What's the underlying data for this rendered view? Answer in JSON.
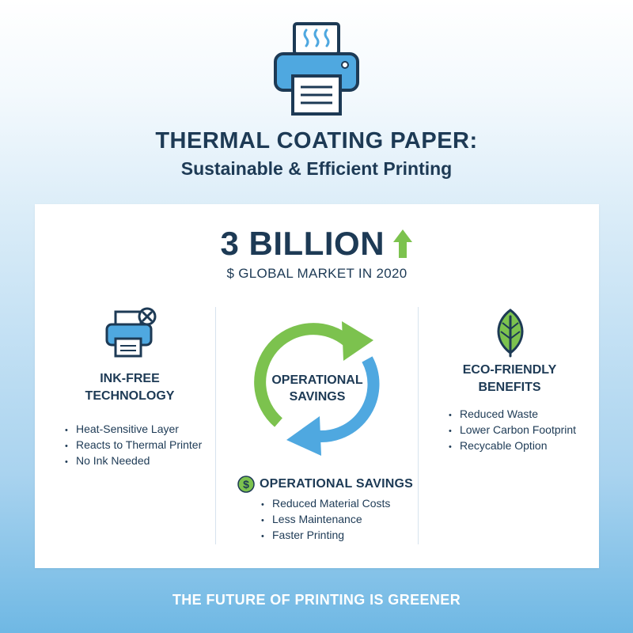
{
  "header": {
    "title_line1": "THERMAL COATING PAPER:",
    "title_line2": "Sustainable & Efficient Printing",
    "icon": "printer-icon"
  },
  "stat": {
    "value": "3 BILLION",
    "caption": "$ GLOBAL MARKET IN 2020",
    "trend_icon": "arrow-up-icon"
  },
  "columns": {
    "left": {
      "icon": "printer-no-ink-icon",
      "heading_line1": "INK-FREE",
      "heading_line2": "TECHNOLOGY",
      "bullets": [
        "Heat-Sensitive Layer",
        "Reacts to Thermal Printer",
        "No Ink Needed"
      ]
    },
    "center": {
      "cycle_label_line1": "OPERATIONAL",
      "cycle_label_line2": "SAVINGS",
      "cycle_icon": "cycle-arrows-icon",
      "savings_icon": "dollar-icon",
      "savings_title": "OPERATIONAL SAVINGS",
      "bullets": [
        "Reduced Material Costs",
        "Less Maintenance",
        "Faster Printing"
      ]
    },
    "right": {
      "icon": "leaf-icon",
      "heading_line1": "ECO-FRIENDLY",
      "heading_line2": "BENEFITS",
      "bullets": [
        "Reduced Waste",
        "Lower Carbon Footprint",
        "Recycable Option"
      ]
    }
  },
  "footer": {
    "text": "THE FUTURE OF PRINTING IS GREENER"
  },
  "colors": {
    "navy": "#1d3a55",
    "blue": "#4fa8e0",
    "green": "#7cc24e",
    "card": "#ffffff"
  }
}
